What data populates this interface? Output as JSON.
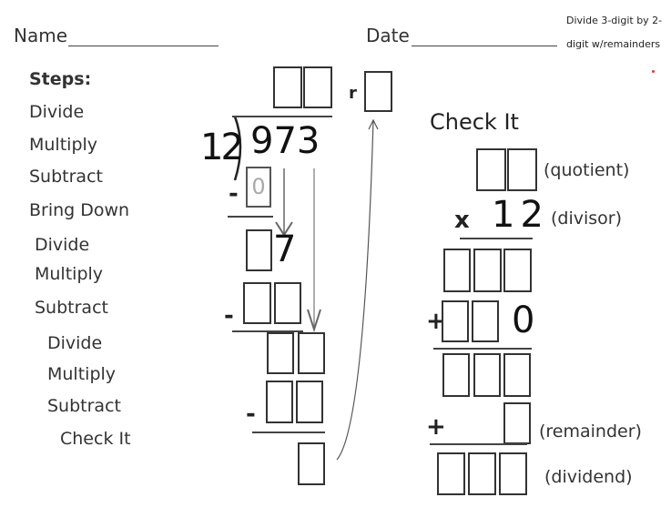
{
  "header": {
    "name_label": "Name",
    "date_label": "Date",
    "note_line1": "Divide 3-digit by 2-",
    "note_line2": "digit w/remainders"
  },
  "steps": {
    "title": "Steps:",
    "items": [
      "Divide",
      "Multiply",
      "Subtract",
      "Bring Down",
      "Divide",
      "Multiply",
      "Subtract",
      "Divide",
      "Multiply",
      "Subtract",
      "Check It"
    ]
  },
  "division": {
    "remainder_marker": "r",
    "divisor": "12",
    "dividend": "973",
    "first_product_digit": "0",
    "brought_down_digit": "7",
    "minus": "-"
  },
  "check": {
    "title": "Check It",
    "quotient_label": "(quotient)",
    "times_sign": "x",
    "divisor": "12",
    "divisor_label": "(divisor)",
    "plus_sign": "+",
    "placeholder_zero": "0",
    "remainder_label": "(remainder)",
    "dividend_label": "(dividend)"
  }
}
